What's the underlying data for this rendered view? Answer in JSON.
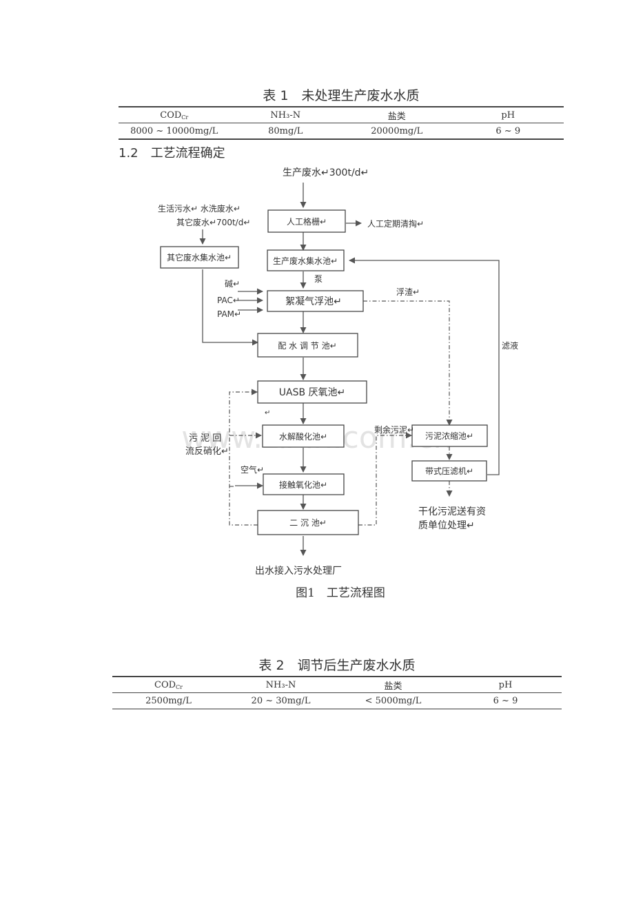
{
  "table1": {
    "caption": "表 1　未处理生产废水水质",
    "headers": {
      "cod_main": "COD",
      "cod_sub": "Cr",
      "nh3": "NH₃-N",
      "salt": "盐类",
      "ph": "pH"
    },
    "row": [
      "8000 ~ 10000mg/L",
      "80mg/L",
      "20000mg/L",
      "6 ~ 9"
    ]
  },
  "section": {
    "heading": "1.2　工艺流程确定"
  },
  "flow": {
    "top_label": "生产废水↵300t/d↵",
    "left_source_1": "生活污水↵ 水洗废水↵",
    "left_source_2": "其它废水↵700t/d↵",
    "boxes": {
      "grille": "人工格栅↵",
      "prod_tank": "生产废水集水池↵",
      "other_tank": "其它废水集水池↵",
      "flotation": "絮凝气浮池↵",
      "regulate": "配 水 调 节 池↵",
      "uasb": "UASB 厌氧池↵",
      "hydrolysis": "水解酸化池↵",
      "contact": "接触氧化池↵",
      "secondary": "二 沉 池↵",
      "thickener": "污泥浓缩池↵",
      "press": "带式压滤机↵"
    },
    "labels": {
      "manual_clean": "人工定期清掏↵",
      "pump": "泵",
      "alkali": "碱↵",
      "pac": "PAC↵",
      "pam": "PAM↵",
      "scum": "浮渣↵",
      "filtrate": "滤液",
      "sludge_return_1": "污 泥 回",
      "sludge_return_2": "流反硝化↵",
      "excess_sludge": "剩余污泥↵",
      "air": "空气↵",
      "small_mark": "↵",
      "dry_sludge_1": "干化污泥送有资",
      "dry_sludge_2": "质单位处理↵",
      "effluent": "出水接入污水处理厂"
    },
    "watermark": "www.zixin.com.cn"
  },
  "figure": {
    "caption": "图1　工艺流程图"
  },
  "table2": {
    "caption": "表 2　调节后生产废水水质",
    "headers": {
      "cod_main": "COD",
      "cod_sub": "Cr",
      "nh3": "NH₃-N",
      "salt": "盐类",
      "ph": "pH"
    },
    "row": [
      "2500mg/L",
      "20 ~ 30mg/L",
      "< 5000mg/L",
      "6 ~ 9"
    ]
  }
}
